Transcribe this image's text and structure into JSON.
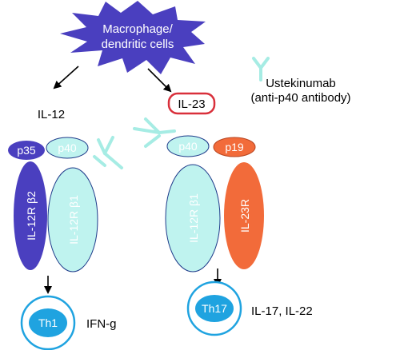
{
  "source": {
    "line1": "Macrophage/",
    "line2": "dendritic cells",
    "color": "#4a3fbf"
  },
  "drug": {
    "name": "Ustekinumab",
    "description": "(anti-p40 antibody)",
    "color": "#a6ece4"
  },
  "pathways": [
    {
      "cytokine": "IL-12",
      "subunits": [
        "p35",
        "p40"
      ],
      "receptors": [
        "IL-12R β2",
        "IL-12R β1"
      ],
      "cell": "Th1",
      "output": "IFN-g"
    },
    {
      "cytokine": "IL-23",
      "subunits": [
        "p40",
        "p19"
      ],
      "receptors": [
        "IL-12R β1",
        "IL-23R"
      ],
      "cell": "Th17",
      "output": "IL-17, IL-22"
    }
  ],
  "colors": {
    "p35": "#4a3fbf",
    "p40": "#bff3ef",
    "p19": "#f26b3a",
    "il12rb2": "#4a3fbf",
    "il12rb1": "#bff3ef",
    "il23r": "#f26b3a",
    "cell": "#1fa3e0",
    "il23_outline": "#d9303b"
  }
}
